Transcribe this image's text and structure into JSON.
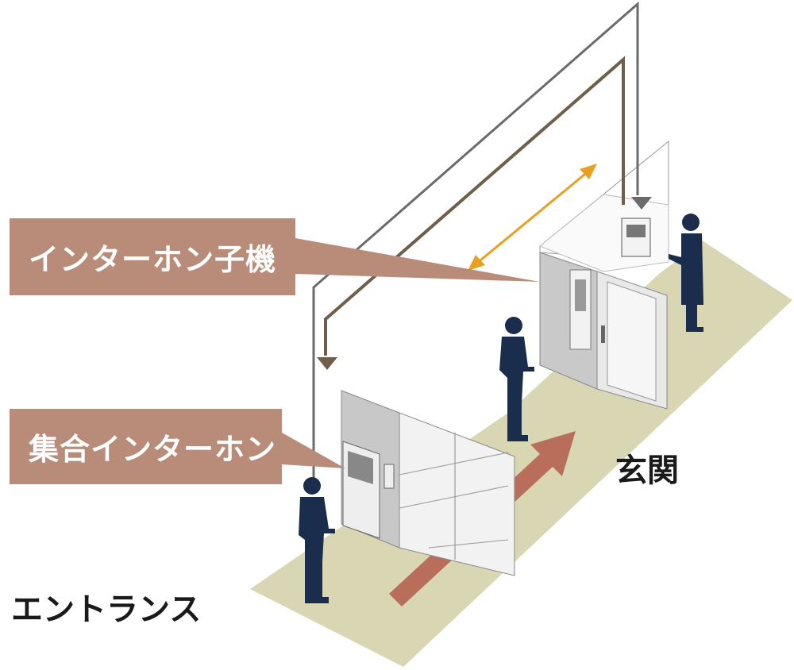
{
  "labels": {
    "handset": "インターホン子機",
    "panel": "集合インターホン",
    "entrance": "エントランス",
    "front_door": "玄関"
  },
  "colors": {
    "label_bg": "#b98b79",
    "floor": "#d9d6b3",
    "person": "#1b2d4c",
    "orange_arrow": "#e8a020",
    "flow_arrow": "#b96e5c",
    "gray_line": "#6b6b6b",
    "brown_line": "#6e5e4a"
  }
}
